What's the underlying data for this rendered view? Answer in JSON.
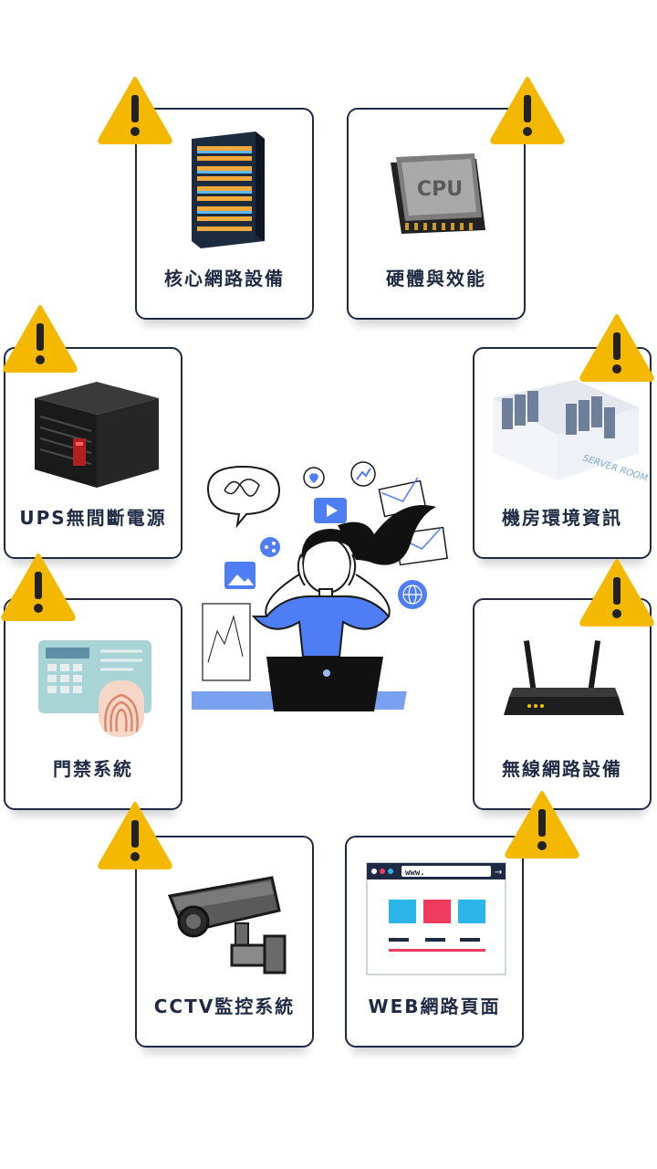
{
  "cards": {
    "core_network": {
      "label": "核心網路設備",
      "icon": "server-rack-icon"
    },
    "hardware": {
      "label": "硬體與效能",
      "icon": "cpu-chip-icon",
      "chip_text": "CPU"
    },
    "ups": {
      "label": "UPS無間斷電源",
      "icon": "ups-unit-icon"
    },
    "server_room": {
      "label": "機房環境資訊",
      "icon": "server-room-icon",
      "room_text": "SERVER ROOM"
    },
    "access_control": {
      "label": "門禁系統",
      "icon": "fingerprint-keypad-icon"
    },
    "wireless": {
      "label": "無線網路設備",
      "icon": "wifi-router-icon"
    },
    "cctv": {
      "label": "CCTV監控系統",
      "icon": "security-camera-icon"
    },
    "web": {
      "label": "WEB網路頁面",
      "icon": "browser-window-icon",
      "url_text": "www."
    }
  },
  "colors": {
    "warning": "#f5b800",
    "border": "#1f2a44",
    "accent_blue": "#4f7df3",
    "web_blue": "#2bb5e8",
    "web_red": "#ef3b5d"
  }
}
